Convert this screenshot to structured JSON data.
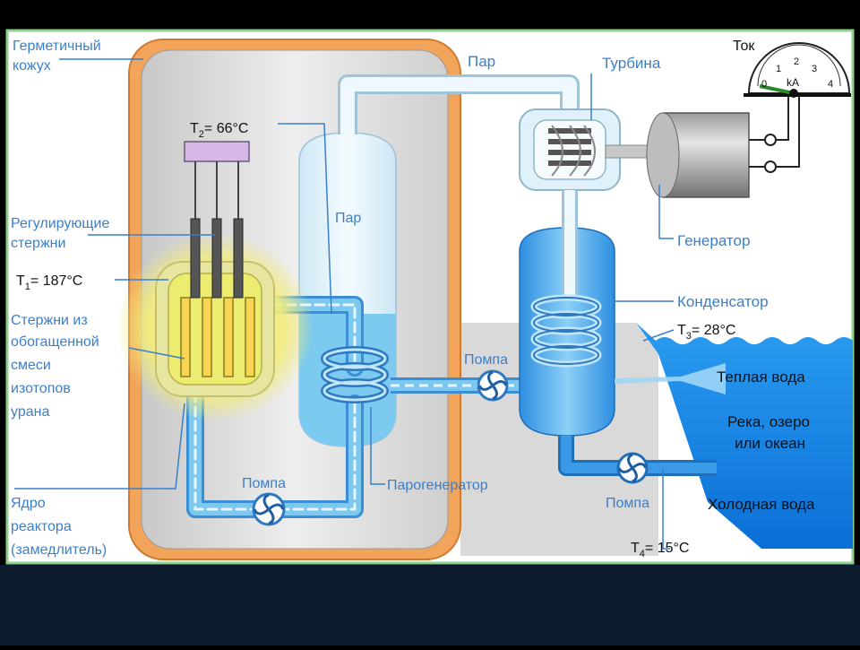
{
  "labels": {
    "containment_1": "Герметичный",
    "containment_2": "кожух",
    "steam_top": "Пар",
    "turbine": "Турбина",
    "current": "Ток",
    "t2_name": "T",
    "t2_sub": "2",
    "t2_value": "= 66°C",
    "steam_gen_drum": "Пар",
    "control_rods_1": "Регулирующие",
    "control_rods_2": "стержни",
    "t1_name": "T",
    "t1_sub": "1",
    "t1_value": "= 187°C",
    "fuel_rods_1": "Стержни из",
    "fuel_rods_2": "обогащенной",
    "fuel_rods_3": "смеси",
    "fuel_rods_4": "изотопов",
    "fuel_rods_5": "урана",
    "core_1": "Ядро",
    "core_2": "реактора",
    "core_3": "(замедлитель)",
    "pump_primary": "Помпа",
    "steam_generator": "Парогенератор",
    "pump_secondary": "Помпа",
    "generator": "Генератор",
    "condenser": "Конденсатор",
    "t3_name": "T",
    "t3_sub": "3",
    "t3_value": "= 28°C",
    "warm_water": "Теплая вода",
    "water_body_1": "Река, озеро",
    "water_body_2": "или океан",
    "pump_cooling": "Помпа",
    "cold_water": "Холодная вода",
    "t4_name": "T",
    "t4_sub": "4",
    "t4_value": "= 15°C"
  },
  "meter": {
    "ticks": [
      "0",
      "1",
      "2",
      "3",
      "4"
    ],
    "unit": "kA"
  },
  "colors": {
    "background": "#000000",
    "panel": "#ffffff",
    "panel_border": "#8fd08f",
    "containment": "#f0a050",
    "vessel_interior": "#d8d8d8",
    "label_blue": "#3a7fcc",
    "water": "#5ab4f0",
    "pipe": "#dff2fb",
    "pipe_water": "#7cc8ee",
    "core_glow": "#f5f08a",
    "fuel_rod": "#f5d860"
  }
}
